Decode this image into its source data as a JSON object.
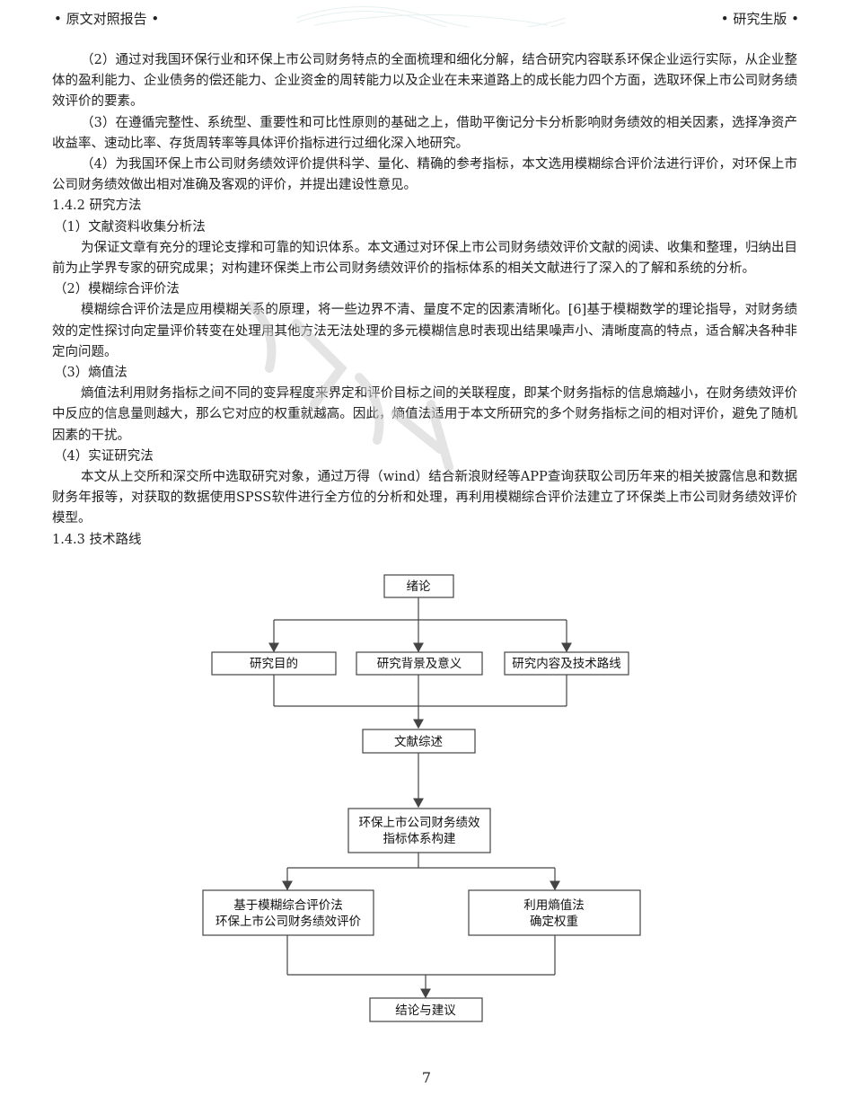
{
  "header": {
    "left": "• 原文对照报告 •",
    "right": "• 研究生版 •"
  },
  "body": {
    "p1": "（2）通过对我国环保行业和环保上市公司财务特点的全面梳理和细化分解，结合研究内容联系环保企业运行实际，从企业整体的盈利能力、企业债务的偿还能力、企业资金的周转能力以及企业在未来道路上的成长能力四个方面，选取环保上市公司财务绩效评价的要素。",
    "p2": "（3）在遵循完整性、系统型、重要性和可比性原则的基础之上，借助平衡记分卡分析影响财务绩效的相关因素，选择净资产收益率、速动比率、存货周转率等具体评价指标进行过细化深入地研究。",
    "p3": "（4）为我国环保上市公司财务绩效评价提供科学、量化、精确的参考指标，本文选用模糊综合评价法进行评价，对环保上市公司财务绩效做出相对准确及客观的评价，并提出建设性意见。",
    "h142": "1.4.2 研究方法",
    "m1_title": "（1）文献资料收集分析法",
    "m1_text": "为保证文章有充分的理论支撑和可靠的知识体系。本文通过对环保上市公司财务绩效评价文献的阅读、收集和整理，归纳出目前为止学界专家的研究成果；对构建环保类上市公司财务绩效评价的指标体系的相关文献进行了深入的了解和系统的分析。",
    "m2_title": "（2）模糊综合评价法",
    "m2_text": "模糊综合评价法是应用模糊关系的原理，将一些边界不清、量度不定的因素清晰化。[6]基于模糊数学的理论指导，对财务绩效的定性探讨向定量评价转变在处理用其他方法无法处理的多元模糊信息时表现出结果噪声小、清晰度高的特点，适合解决各种非定向问题。",
    "m3_title": "（3）熵值法",
    "m3_text": "熵值法利用财务指标之间不同的变异程度来界定和评价目标之间的关联程度，即某个财务指标的信息熵越小，在财务绩效评价中反应的信息量则越大，那么它对应的权重就越高。因此，熵值法适用于本文所研究的多个财务指标之间的相对评价，避免了随机因素的干扰。",
    "m4_title": "（4）实证研究法",
    "m4_text": "本文从上交所和深交所中选取研究对象，通过万得（wind）结合新浪财经等APP查询获取公司历年来的相关披露信息和数据财务年报等，对获取的数据使用SPSS软件进行全方位的分析和处理，再利用模糊综合评价法建立了环保类上市公司财务绩效评价模型。",
    "h143": "1.4.3 技术路线"
  },
  "flowchart": {
    "n_intro": "绪论",
    "n_purpose": "研究目的",
    "n_background": "研究背景及意义",
    "n_content": "研究内容及技术路线",
    "n_review": "文献综述",
    "n_index_l1": "环保上市公司财务绩效",
    "n_index_l2": "指标体系构建",
    "n_fuzzy_l1": "基于模糊综合评价法",
    "n_fuzzy_l2": "环保上市公司财务绩效评价",
    "n_entropy_l1": "利用熵值法",
    "n_entropy_l2": "确定权重",
    "n_conclusion": "结论与建议"
  },
  "page_number": "7",
  "colors": {
    "text": "#222222",
    "line": "#444444",
    "watermark": "#c9c9c9"
  }
}
